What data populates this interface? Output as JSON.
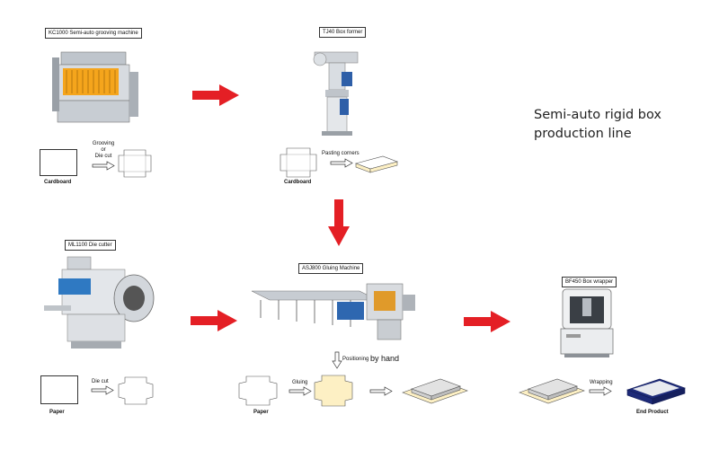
{
  "title": {
    "line1": "Semi-auto rigid box",
    "line2": "production line"
  },
  "machines": {
    "grooving": "KC1000 Semi-auto grooving machine",
    "former": "TJ40 Box former",
    "diecutter": "ML1100 Die cutter",
    "gluing": "ASJ800 Gluing Machine",
    "wrapper": "BF450 Box wrapper"
  },
  "steps": {
    "grooving_line1": "Grooving",
    "grooving_line2": "or",
    "grooving_line3": "Die cut",
    "pasting": "Pasting corners",
    "diecut": "Die cut",
    "positioning": "Positioning",
    "by_hand": "by hand",
    "gluing": "Gluing",
    "wrapping": "Wrapping"
  },
  "captions": {
    "cardboard1": "Cardboard",
    "cardboard2": "Cardboard",
    "paper1": "Paper",
    "paper2": "Paper",
    "end_product": "End Product"
  },
  "colors": {
    "arrow_red": "#e41f25",
    "glue_yellow": "#fdf0c4",
    "end_product_blue": "#1d2a78"
  }
}
